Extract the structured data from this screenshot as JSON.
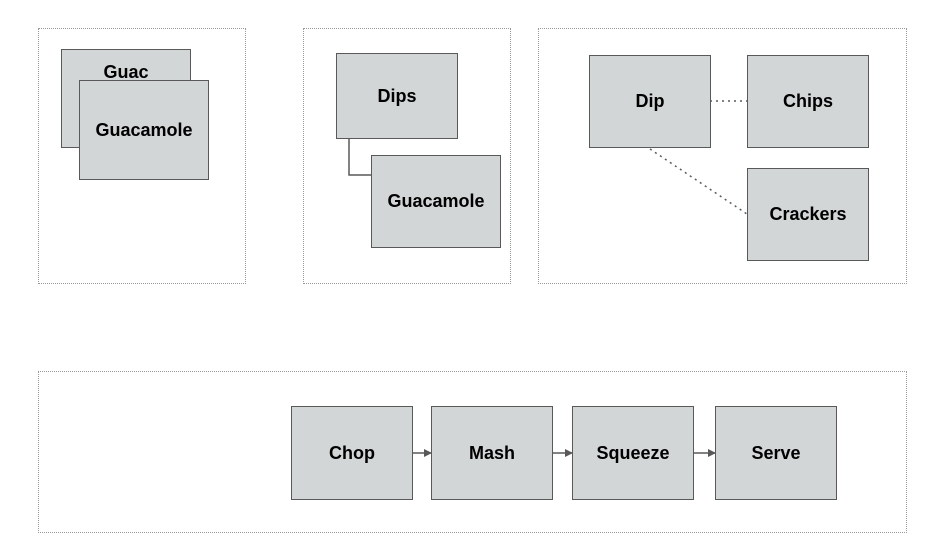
{
  "colors": {
    "node_fill": "#d3d6d6",
    "node_border": "#595959",
    "panel_border": "#9a9a9a",
    "connector": "#595959"
  },
  "panel_overlap": {
    "back_node": "Guac",
    "front_node": "Guacamole"
  },
  "panel_hierarchy": {
    "parent": "Dips",
    "child": "Guacamole"
  },
  "panel_association": {
    "source": "Dip",
    "targets": [
      "Chips",
      "Crackers"
    ]
  },
  "panel_process": {
    "steps": [
      "Chop",
      "Mash",
      "Squeeze",
      "Serve"
    ]
  }
}
